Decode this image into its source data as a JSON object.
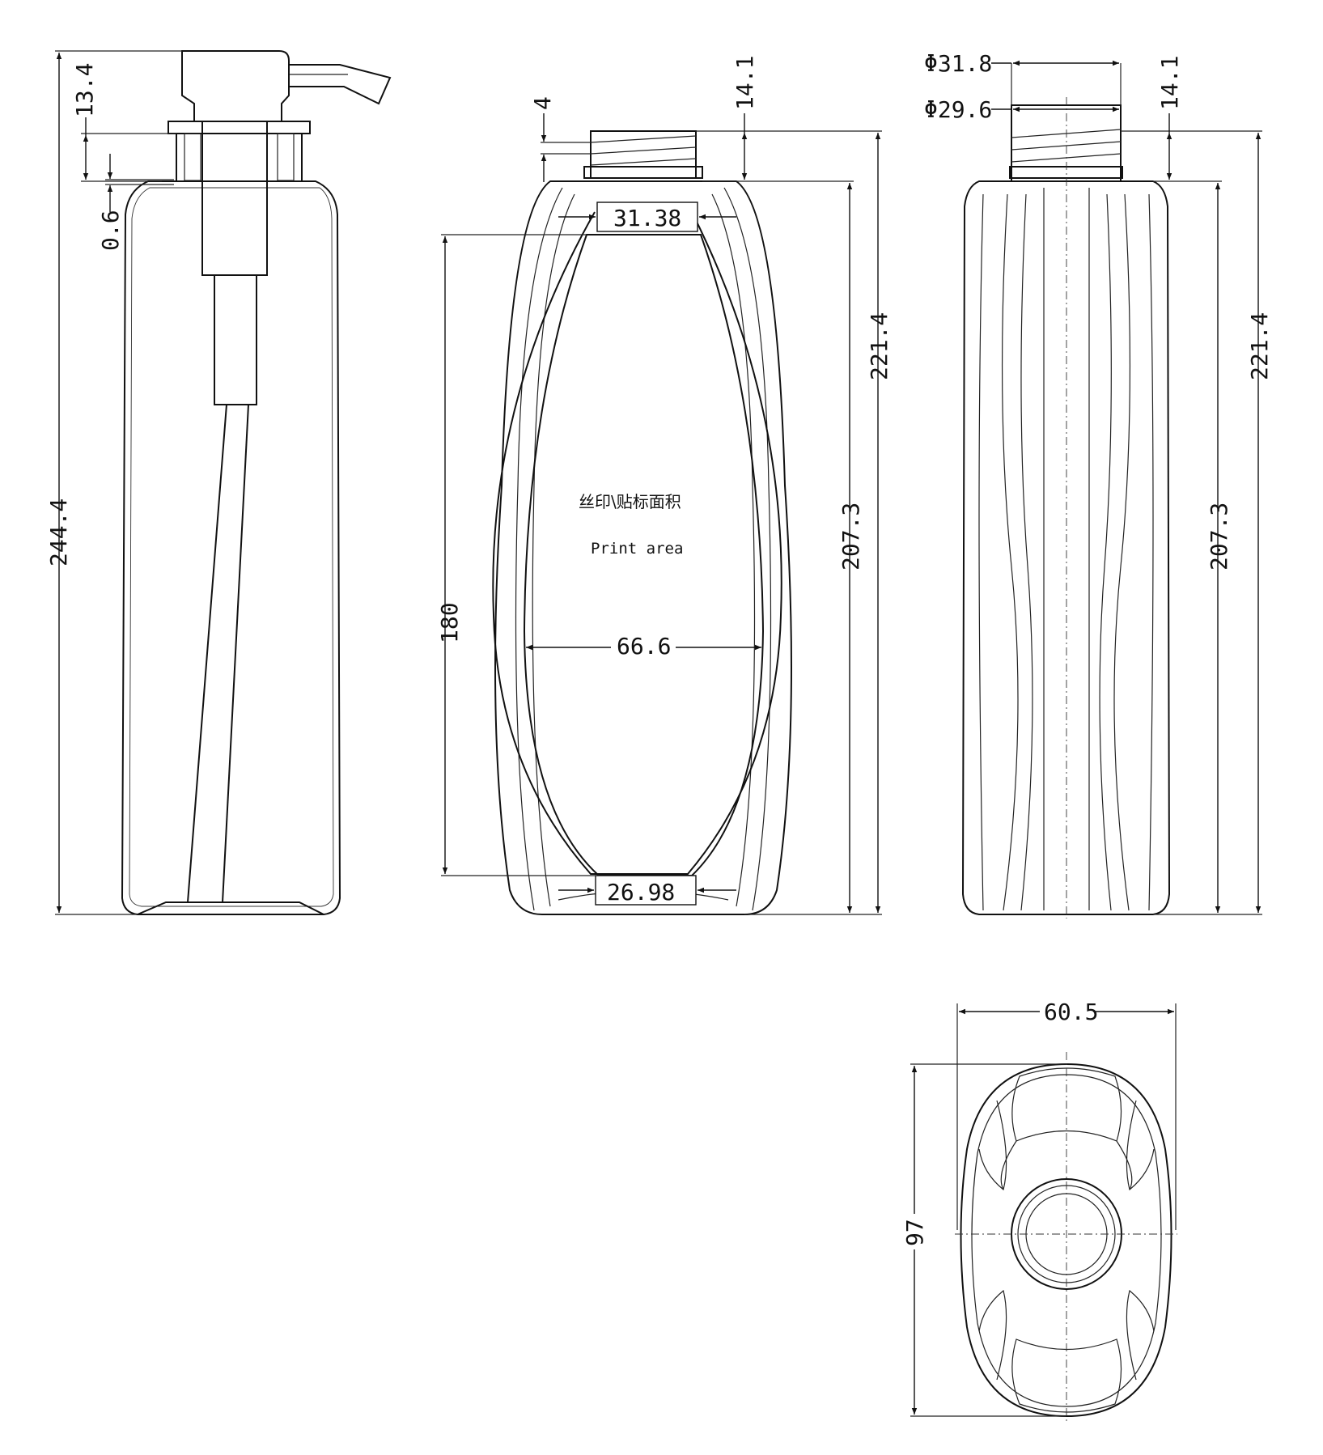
{
  "views": {
    "side_pump": {
      "dims": {
        "total_height": "244.4",
        "collar": "13.4",
        "gap": "0.6"
      }
    },
    "front": {
      "dims": {
        "thread_pitch": "4",
        "neck_height": "14.1",
        "top_width": "31.38",
        "bottom_width": "26.98",
        "print_width": "66.6",
        "print_height": "180",
        "shoulder_height": "221.4",
        "body_height": "207.3"
      },
      "print_area_cn": "丝印\\贴标面积",
      "print_area_en": "Print area"
    },
    "side": {
      "dims": {
        "outer_diameter": "Φ31.8",
        "inner_diameter": "Φ29.6",
        "neck_height": "14.1",
        "shoulder_height": "221.4",
        "body_height": "207.3"
      }
    },
    "bottom": {
      "dims": {
        "width": "60.5",
        "depth": "97"
      }
    }
  }
}
